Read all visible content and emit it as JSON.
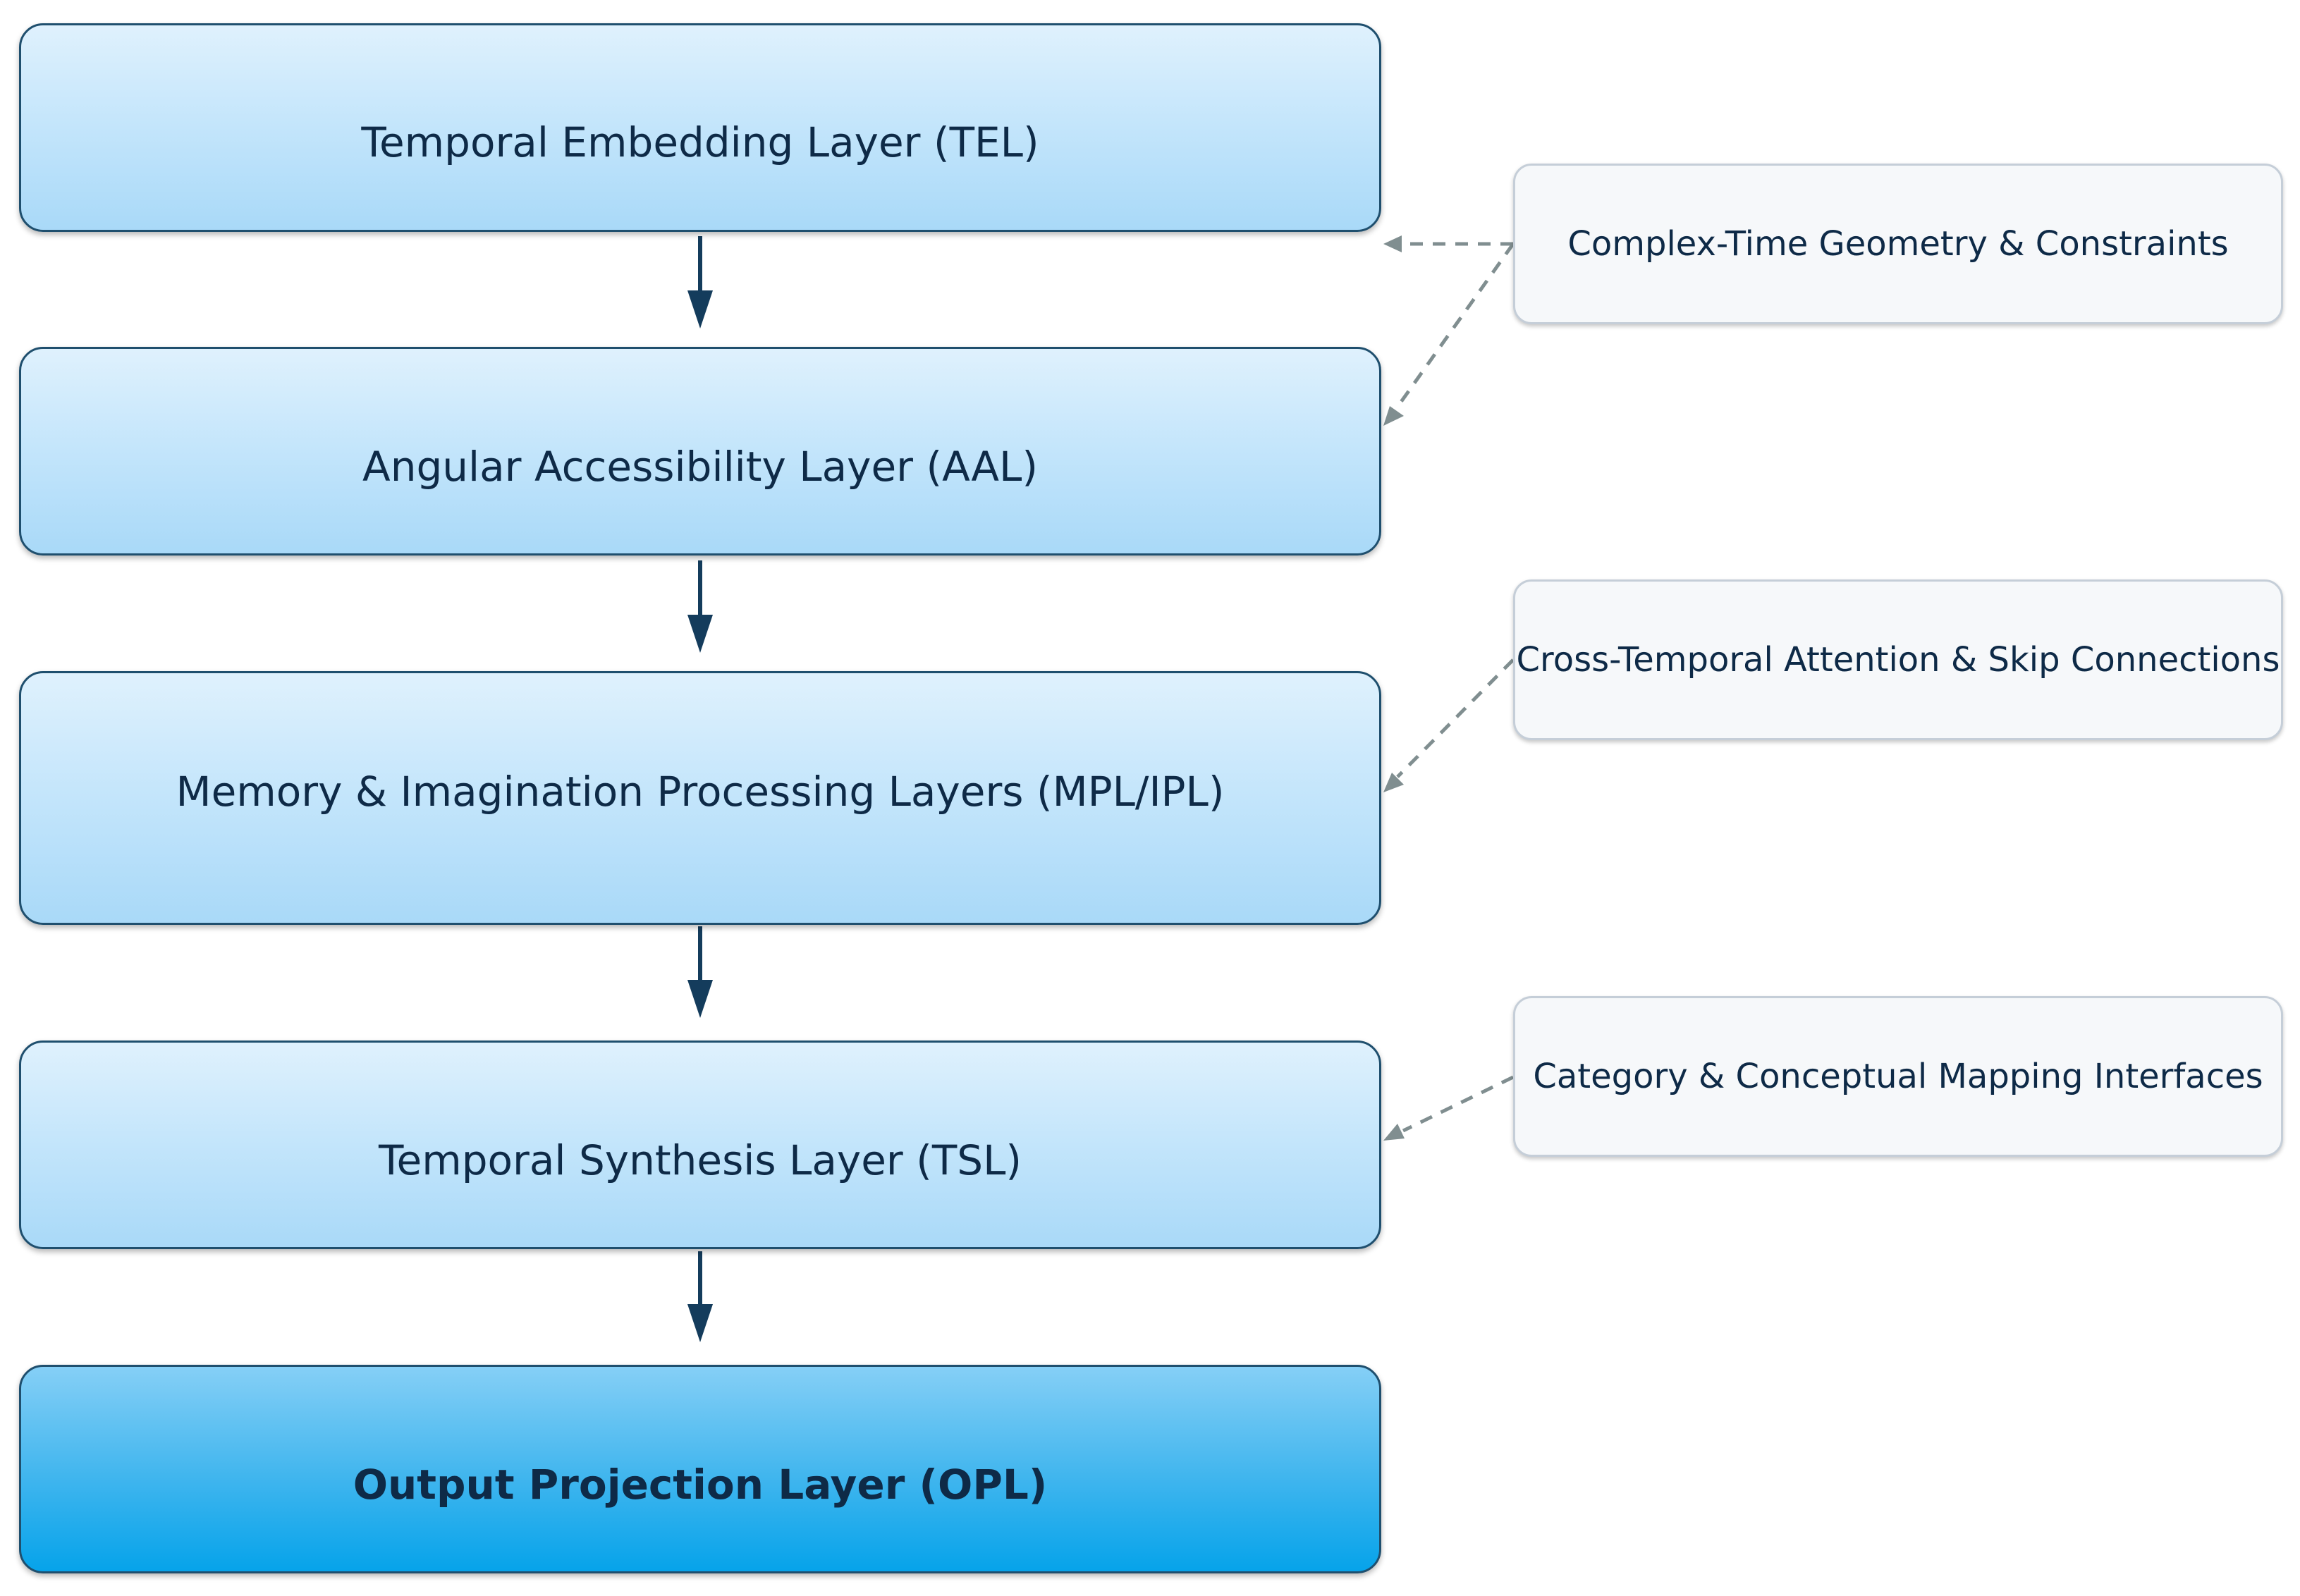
{
  "diagram": {
    "layers": [
      {
        "id": "tel",
        "label": "Temporal Embedding Layer (TEL)"
      },
      {
        "id": "aal",
        "label": "Angular Accessibility Layer (AAL)"
      },
      {
        "id": "mpl",
        "label": "Memory & Imagination Processing Layers (MPL/IPL)"
      },
      {
        "id": "tsl",
        "label": "Temporal Synthesis Layer (TSL)"
      },
      {
        "id": "opl",
        "label": "Output Projection Layer (OPL)"
      }
    ],
    "side_modules": [
      {
        "id": "ctg",
        "label": "Complex-Time Geometry & Constraints"
      },
      {
        "id": "cta",
        "label": "Cross-Temporal Attention & Skip Connections"
      },
      {
        "id": "ccm",
        "label": "Category & Conceptual Mapping Interfaces"
      }
    ],
    "flow_edges": [
      {
        "from": "tel",
        "to": "aal"
      },
      {
        "from": "aal",
        "to": "mpl"
      },
      {
        "from": "mpl",
        "to": "tsl"
      },
      {
        "from": "tsl",
        "to": "opl"
      }
    ],
    "dashed_edges": [
      {
        "from": "ctg",
        "to": "tel"
      },
      {
        "from": "ctg",
        "to": "aal"
      },
      {
        "from": "cta",
        "to": "mpl"
      },
      {
        "from": "ccm",
        "to": "tsl"
      }
    ],
    "colors": {
      "layer_fill": "#c3e5fb",
      "output_fill": "#06a3ea",
      "layer_border": "#1f4f6e",
      "side_fill": "#f6f8fa",
      "side_border": "#c5ced8",
      "flow_arrow": "#143c5c",
      "dashed_arrow": "#808e90",
      "text": "#0e2a47"
    }
  }
}
